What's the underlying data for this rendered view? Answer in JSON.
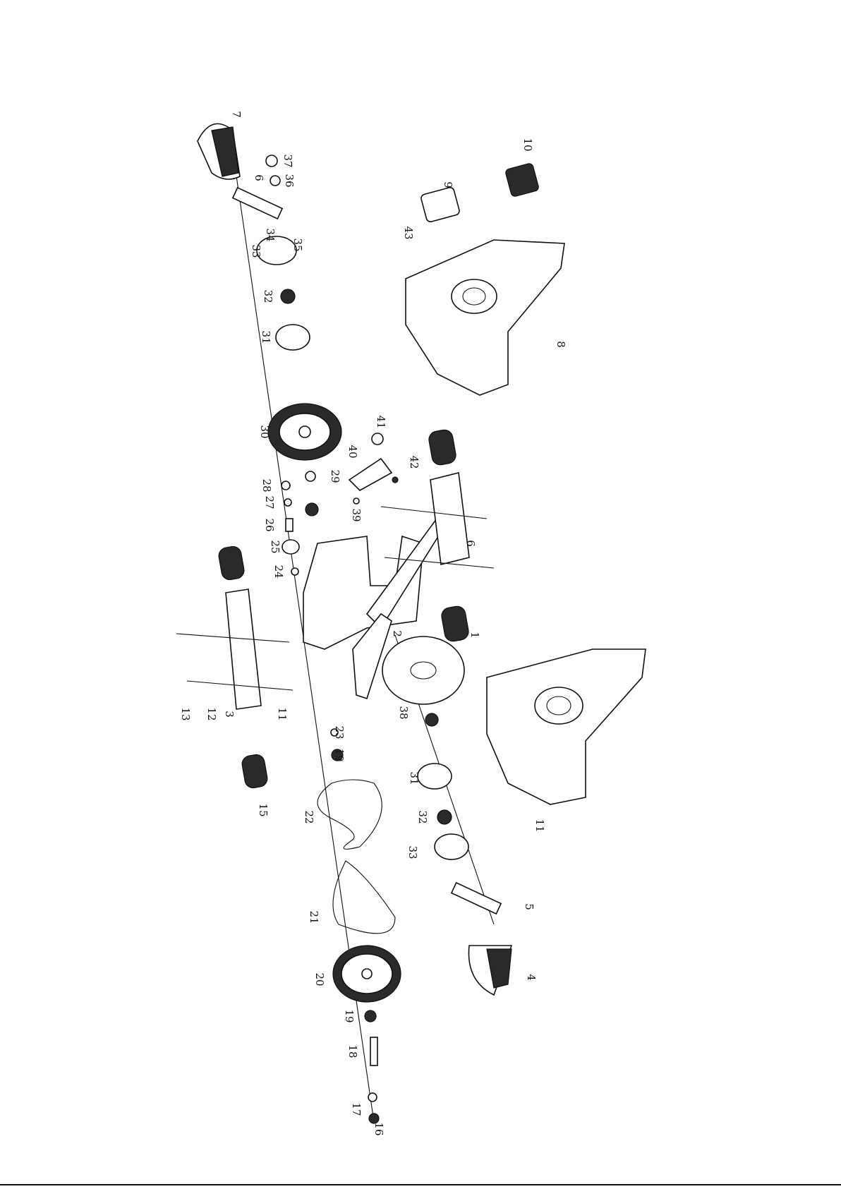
{
  "diagram": {
    "type": "exploded parts diagram",
    "callouts": [
      "1",
      "2",
      "3",
      "4",
      "5",
      "6",
      "7",
      "8",
      "9",
      "10",
      "11",
      "12",
      "13",
      "15",
      "16",
      "17",
      "18",
      "19",
      "20",
      "21",
      "22",
      "23",
      "24",
      "25",
      "26",
      "27",
      "28",
      "29",
      "30",
      "31",
      "32",
      "33",
      "34",
      "35",
      "36",
      "37",
      "38",
      "39",
      "40",
      "41",
      "42",
      "43"
    ]
  }
}
